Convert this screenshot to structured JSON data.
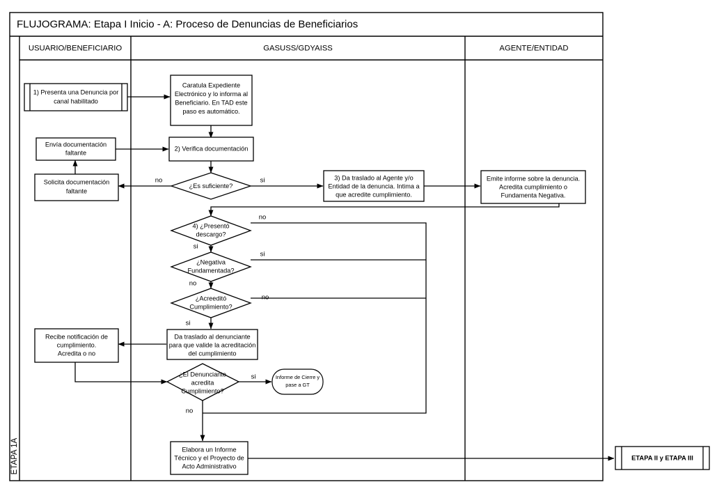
{
  "diagram": {
    "title": "FLUJOGRAMA: Etapa I Inicio - A: Proceso de Denuncias de Beneficiarios",
    "side_label": "ETAPA 1A",
    "stroke_color": "#000000",
    "background_color": "#ffffff",
    "columns": [
      {
        "id": "col-usuario",
        "label": "USUARIO/BENEFICIARIO"
      },
      {
        "id": "col-gasuss",
        "label": "GASUSS/GDYAISS"
      },
      {
        "id": "col-agente",
        "label": "AGENTE/ENTIDAD"
      }
    ],
    "nodes": [
      {
        "id": "n1",
        "shape": "predefined-process",
        "text": [
          "1) Presenta una Denuncia por",
          "canal habilitado"
        ]
      },
      {
        "id": "n2",
        "shape": "process",
        "text": [
          "Caratula Expediente",
          "Electrónico y lo informa al",
          "Beneficiario. En TAD este",
          "paso es automático."
        ]
      },
      {
        "id": "n3",
        "shape": "process",
        "text": [
          "2) Verifica documentación"
        ]
      },
      {
        "id": "n4",
        "shape": "decision",
        "text": [
          "¿Es suficiente?"
        ]
      },
      {
        "id": "n5",
        "shape": "process",
        "text": [
          "Envía documentación",
          "faltante"
        ]
      },
      {
        "id": "n6",
        "shape": "process",
        "text": [
          "Solicita documentación",
          "faltante"
        ]
      },
      {
        "id": "n7",
        "shape": "process",
        "text": [
          "3) Da traslado  al Agente y/o",
          "Entidad de la denuncia. Intima a",
          "que acredite cumplimiento."
        ]
      },
      {
        "id": "n8",
        "shape": "process",
        "text": [
          "Emite informe sobre la denuncia.",
          "Acredita cumplimiento o",
          "Fundamenta Negativa."
        ]
      },
      {
        "id": "n9",
        "shape": "decision",
        "text": [
          "4) ¿Presentó",
          "descargo?"
        ]
      },
      {
        "id": "n10",
        "shape": "decision",
        "text": [
          "¿Negativa",
          "Fundamentada?"
        ]
      },
      {
        "id": "n11",
        "shape": "decision",
        "text": [
          "¿Acreeditó",
          "Cumplimiento?"
        ]
      },
      {
        "id": "n12",
        "shape": "process",
        "text": [
          "Da traslado al denunciante",
          "para  que valide la acreditación",
          "del cumplimiento"
        ]
      },
      {
        "id": "n13",
        "shape": "process",
        "text": [
          "Recibe notificación de",
          "cumplimiento.",
          "Acredita o no"
        ]
      },
      {
        "id": "n14",
        "shape": "decision",
        "text": [
          "¿El Denunciante",
          "acredita",
          "Cumplimiento?"
        ]
      },
      {
        "id": "n15",
        "shape": "oval",
        "text": [
          "Informe de Cierre y",
          "pase a GT"
        ]
      },
      {
        "id": "n16",
        "shape": "process",
        "text": [
          "Elabora un Informe",
          "Técnico  y el Proyecto de",
          "Acto Administrativo"
        ]
      },
      {
        "id": "n17",
        "shape": "predefined-process",
        "text": [
          "ETAPA II y ETAPA III"
        ]
      }
    ],
    "edge_labels": [
      {
        "id": "e-suficiente-no",
        "text": "no"
      },
      {
        "id": "e-suficiente-si",
        "text": "si"
      },
      {
        "id": "e-descargo-no",
        "text": "no"
      },
      {
        "id": "e-descargo-si",
        "text": "si"
      },
      {
        "id": "e-negativa-si",
        "text": "si"
      },
      {
        "id": "e-negativa-no",
        "text": "no"
      },
      {
        "id": "e-acredito-no",
        "text": "no"
      },
      {
        "id": "e-acredito-si",
        "text": "si"
      },
      {
        "id": "e-denunciante-si",
        "text": "si"
      },
      {
        "id": "e-denunciante-no",
        "text": "no"
      }
    ]
  }
}
